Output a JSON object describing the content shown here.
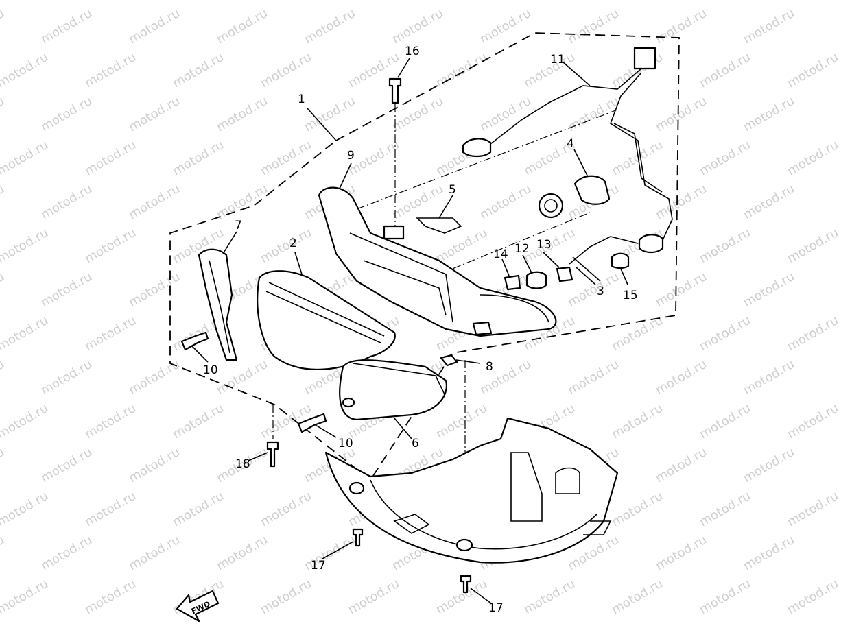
{
  "watermark": {
    "text": "motod.ru",
    "color": "#cfcfcf"
  },
  "parts": [
    {
      "id": "label-1",
      "text": "1"
    },
    {
      "id": "label-2",
      "text": "2"
    },
    {
      "id": "label-3",
      "text": "3"
    },
    {
      "id": "label-4",
      "text": "4"
    },
    {
      "id": "label-5",
      "text": "5"
    },
    {
      "id": "label-6",
      "text": "6"
    },
    {
      "id": "label-7",
      "text": "7"
    },
    {
      "id": "label-8",
      "text": "8"
    },
    {
      "id": "label-9",
      "text": "9"
    },
    {
      "id": "label-10a",
      "text": "10"
    },
    {
      "id": "label-10b",
      "text": "10"
    },
    {
      "id": "label-11",
      "text": "11"
    },
    {
      "id": "label-12",
      "text": "12"
    },
    {
      "id": "label-13",
      "text": "13"
    },
    {
      "id": "label-14",
      "text": "14"
    },
    {
      "id": "label-15",
      "text": "15"
    },
    {
      "id": "label-16",
      "text": "16"
    },
    {
      "id": "label-17a",
      "text": "17"
    },
    {
      "id": "label-17b",
      "text": "17"
    },
    {
      "id": "label-18",
      "text": "18"
    }
  ],
  "fwd_arrow": {
    "text": "FWD"
  }
}
